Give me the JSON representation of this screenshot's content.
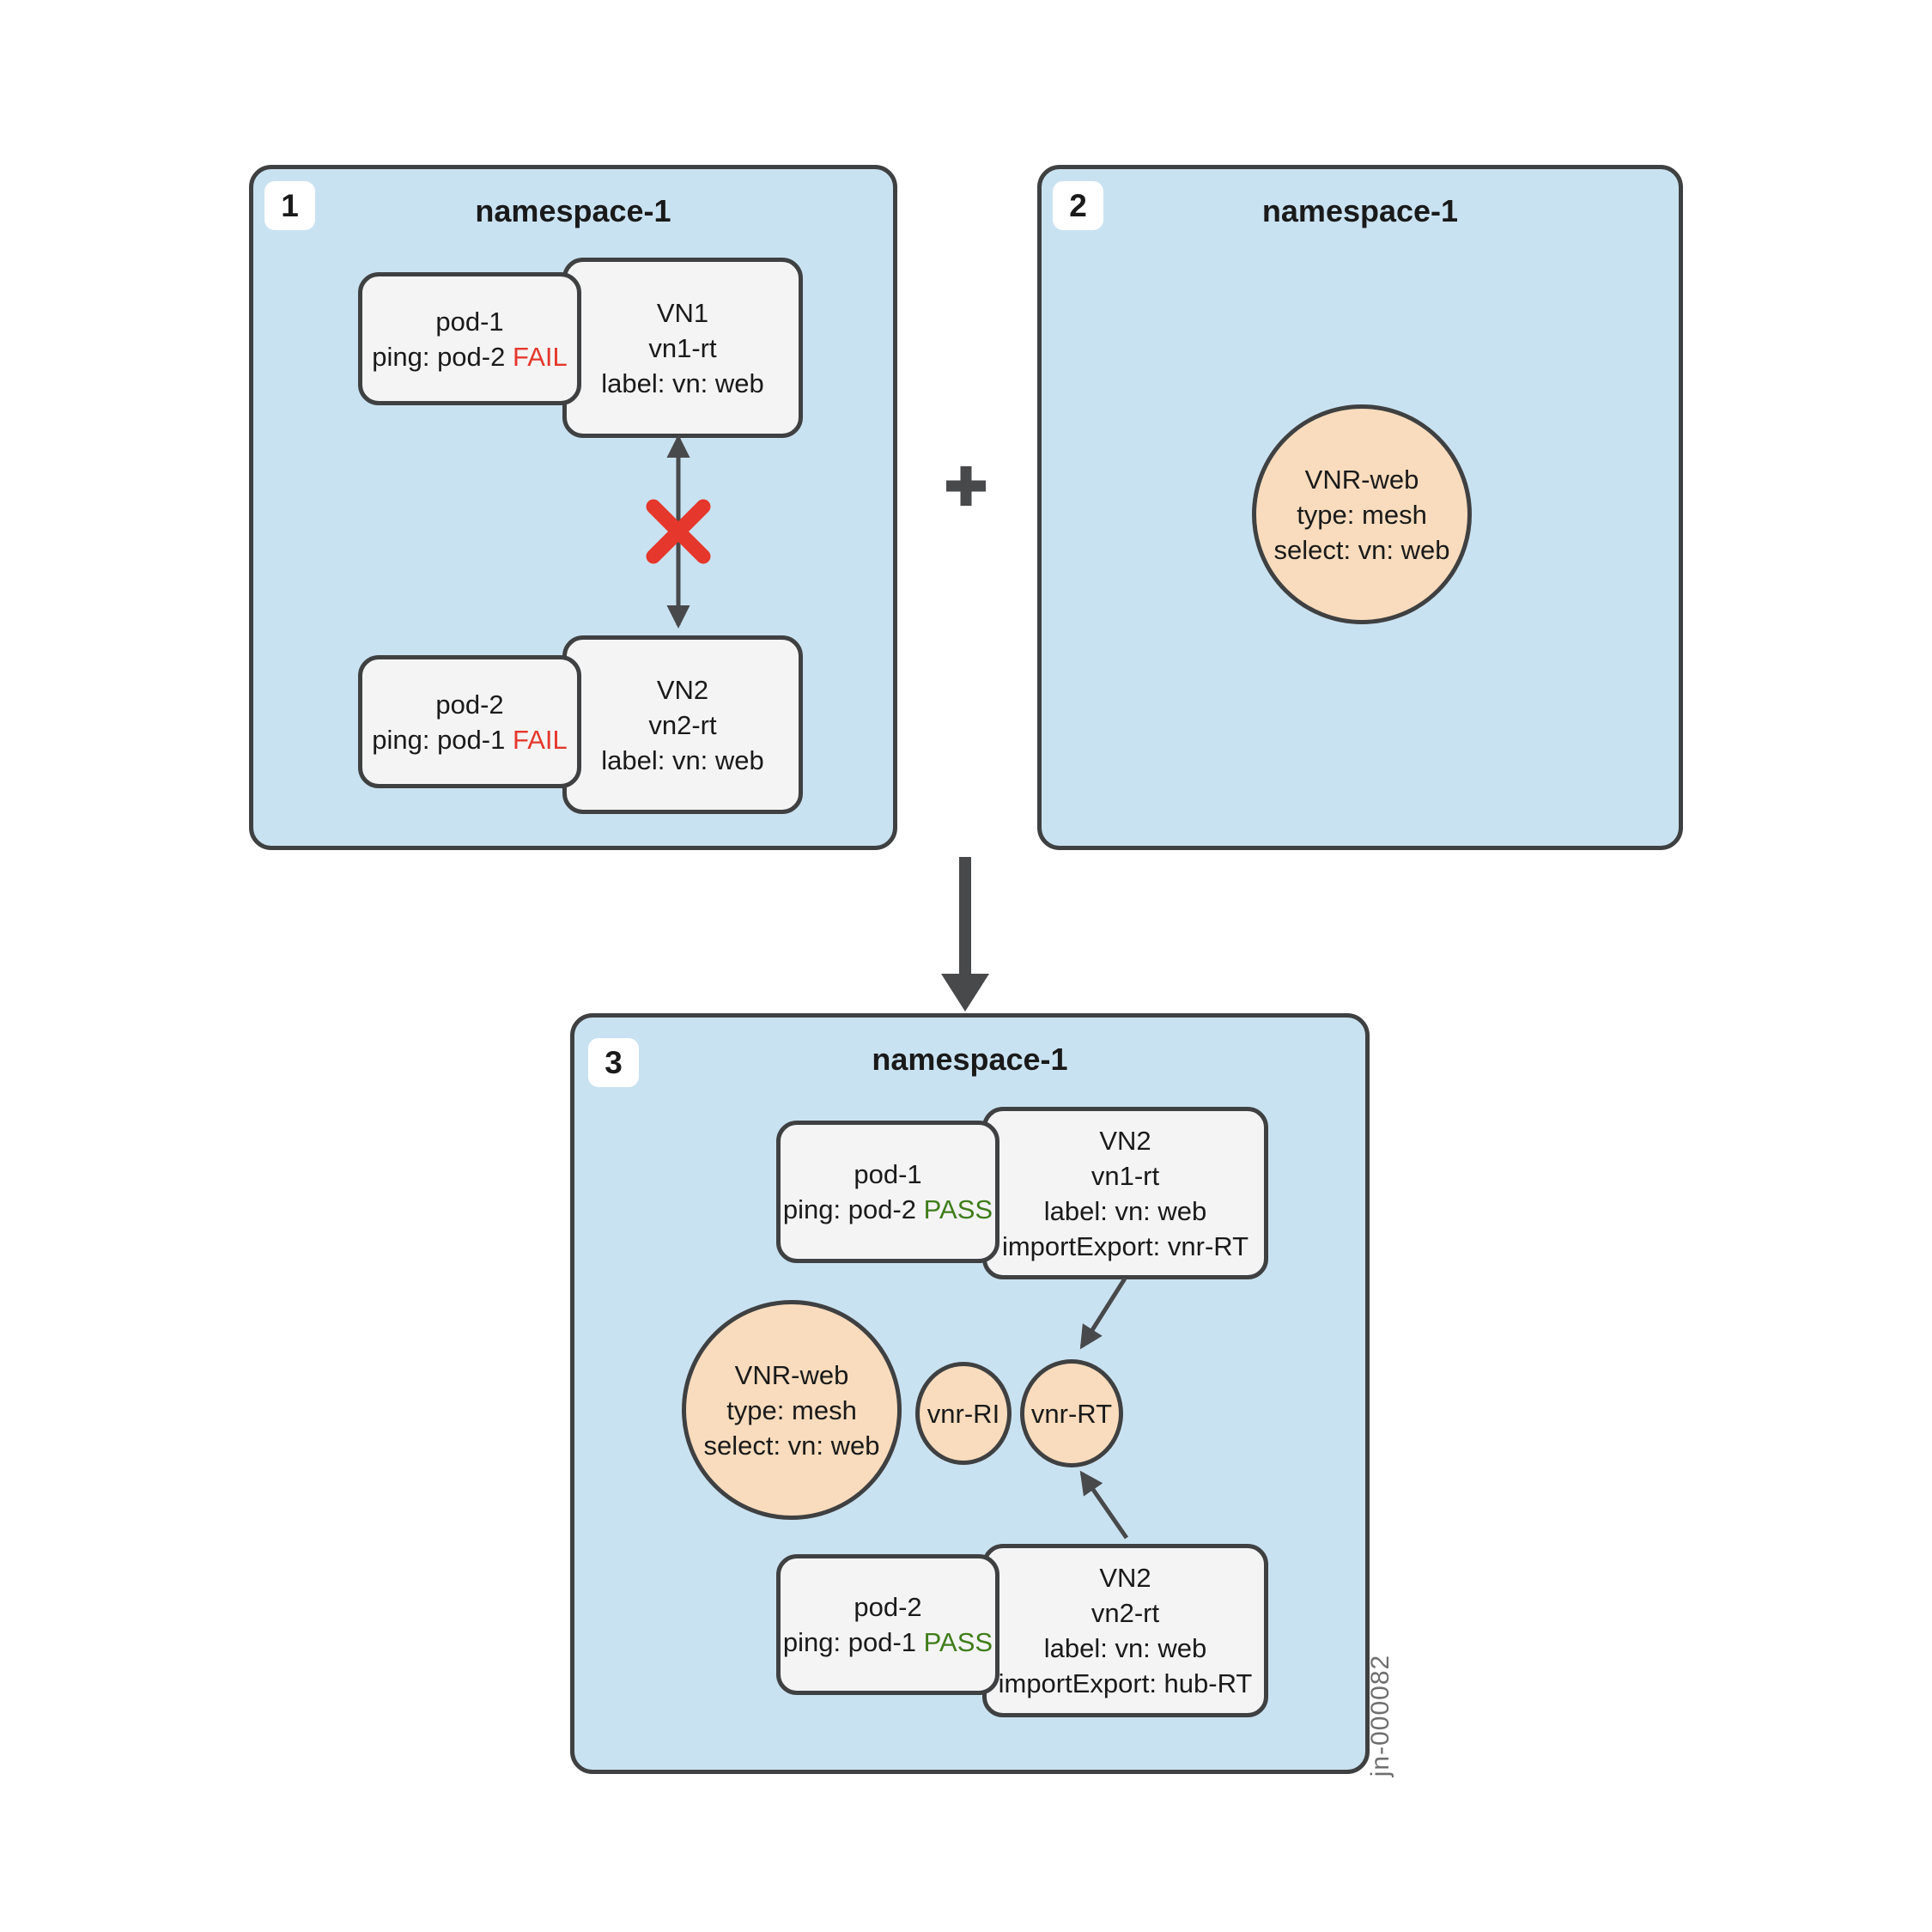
{
  "colors": {
    "panel_fill": "#c9e2f1",
    "panel_border": "#3f4041",
    "box_fill": "#f4f4f4",
    "box_border": "#3f4041",
    "circle_fill": "#f8dcbd",
    "badge_fill": "#ffffff",
    "arrow": "#48494b",
    "x_mark": "#e5372c",
    "fail": "#e5372c",
    "pass": "#3f7d1a",
    "footer_text": "#6f6f6f",
    "text": "#1a1a1a"
  },
  "icons": {
    "plus": "plus-icon",
    "down_arrow": "arrow-down-icon",
    "fail_cross": "x-mark-icon",
    "bidirectional_arrow": "arrow-both-icon"
  },
  "panel1": {
    "badge": "1",
    "title": "namespace-1",
    "pod1_name": "pod-1",
    "pod1_ping": "ping: pod-2",
    "pod1_status": "FAIL",
    "vn1_line1": "VN1",
    "vn1_line2": "vn1-rt",
    "vn1_line3": "label: vn: web",
    "pod2_name": "pod-2",
    "pod2_ping": "ping: pod-1",
    "pod2_status": "FAIL",
    "vn2_line1": "VN2",
    "vn2_line2": "vn2-rt",
    "vn2_line3": "label: vn: web"
  },
  "panel2": {
    "badge": "2",
    "title": "namespace-1",
    "vnr_line1": "VNR-web",
    "vnr_line2": "type: mesh",
    "vnr_line3": "select: vn: web"
  },
  "panel3": {
    "badge": "3",
    "title": "namespace-1",
    "pod1_name": "pod-1",
    "pod1_ping": "ping: pod-2",
    "pod1_status": "PASS",
    "vntop_line1": "VN2",
    "vntop_line2": "vn1-rt",
    "vntop_line3": "label: vn: web",
    "vntop_line4": "importExport: vnr-RT",
    "vnr_line1": "VNR-web",
    "vnr_line2": "type: mesh",
    "vnr_line3": "select: vn: web",
    "vnr_ri": "vnr-RI",
    "vnr_rt": "vnr-RT",
    "pod2_name": "pod-2",
    "pod2_ping": "ping: pod-1",
    "pod2_status": "PASS",
    "vnbot_line1": "VN2",
    "vnbot_line2": "vn2-rt",
    "vnbot_line3": "label: vn: web",
    "vnbot_line4": "importExport: hub-RT"
  },
  "footer_code": "jn-000082"
}
